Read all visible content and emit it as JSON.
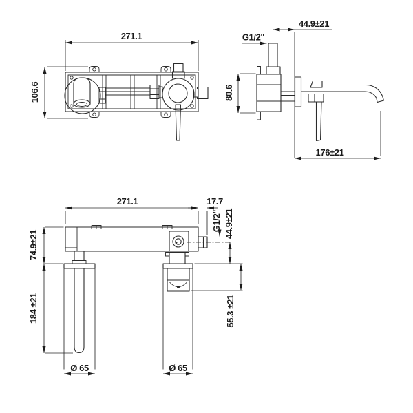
{
  "drawing": {
    "title": "wall-mounted-basin-mixer-dimension-drawing",
    "line_color": "#2b2b2b",
    "background": "#ffffff",
    "dims": {
      "front": {
        "width": "271.1",
        "height": "106.6"
      },
      "side": {
        "offset": "44.9±21",
        "thread": "G1/2\"",
        "body_height": "80.6",
        "spout_reach": "176±21"
      },
      "plan": {
        "width": "271.1",
        "port_length": "17.7",
        "thread": "G1/2\"",
        "axis_offset": "44.9±21",
        "wall_depth": "74.9±21",
        "spout_length": "184 ±21",
        "handle_depth": "55.3 ±21",
        "spout_plate_dia": "Ø 65",
        "handle_plate_dia": "Ø 65"
      }
    }
  }
}
